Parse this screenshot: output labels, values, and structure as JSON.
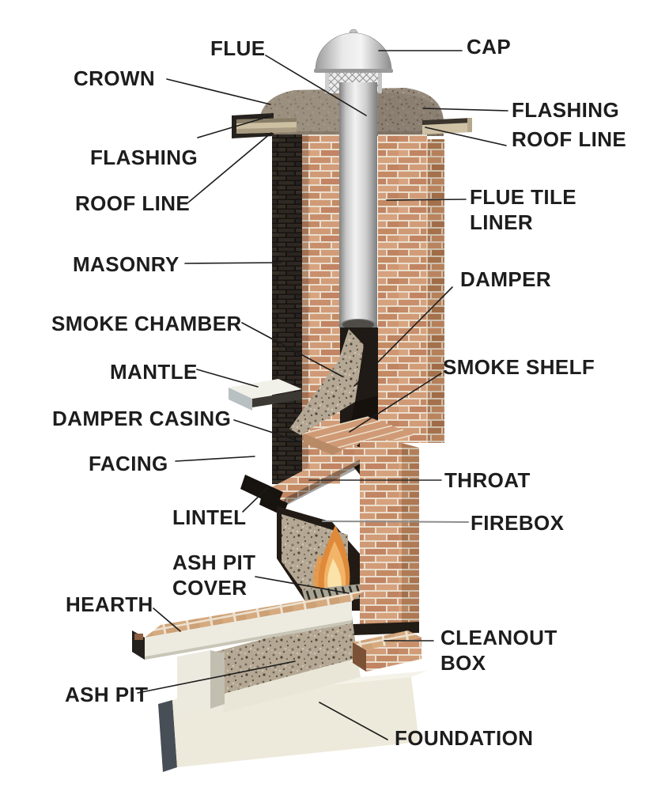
{
  "diagram": {
    "title": "Chimney anatomy cutaway diagram",
    "background": "#ffffff",
    "label_color": "#1d1d1d"
  },
  "labels": [
    {
      "id": "flue",
      "text": "FLUE"
    },
    {
      "id": "cap",
      "text": "CAP"
    },
    {
      "id": "crown",
      "text": "CROWN"
    },
    {
      "id": "flashing-right",
      "text": "FLASHING"
    },
    {
      "id": "roof-line-right",
      "text": "ROOF LINE"
    },
    {
      "id": "flashing-left",
      "text": "FLASHING"
    },
    {
      "id": "roof-line-left",
      "text": "ROOF LINE"
    },
    {
      "id": "flue-tile-liner",
      "text": "FLUE TILE LINER"
    },
    {
      "id": "masonry",
      "text": "MASONRY"
    },
    {
      "id": "damper",
      "text": "DAMPER"
    },
    {
      "id": "smoke-chamber",
      "text": "SMOKE CHAMBER"
    },
    {
      "id": "mantle",
      "text": "MANTLE"
    },
    {
      "id": "smoke-shelf",
      "text": "SMOKE SHELF"
    },
    {
      "id": "damper-casing",
      "text": "DAMPER CASING"
    },
    {
      "id": "facing",
      "text": "FACING"
    },
    {
      "id": "throat",
      "text": "THROAT"
    },
    {
      "id": "lintel",
      "text": "LINTEL"
    },
    {
      "id": "firebox",
      "text": "FIREBOX"
    },
    {
      "id": "ash-pit-cover",
      "text": "ASH PIT COVER"
    },
    {
      "id": "hearth",
      "text": "HEARTH"
    },
    {
      "id": "cleanout-box",
      "text": "CLEANOUT BOX"
    },
    {
      "id": "ash-pit",
      "text": "ASH PIT"
    },
    {
      "id": "foundation",
      "text": "FOUNDATION"
    }
  ],
  "colors": {
    "brick": "#cf9674",
    "mortar": "#e9decd",
    "brick_side": "#b07b54",
    "dark_brick_wall": "#2e2823",
    "concrete_speckle": "#b4a894",
    "crown_concrete": "#95897b",
    "metal_pipe": "#d6d6d6",
    "dark_interior": "#221b15",
    "flame": "#e8923c",
    "white_concrete": "#edebe0",
    "foundation": "#edeadb",
    "leader_line": "#1c1c1c"
  }
}
